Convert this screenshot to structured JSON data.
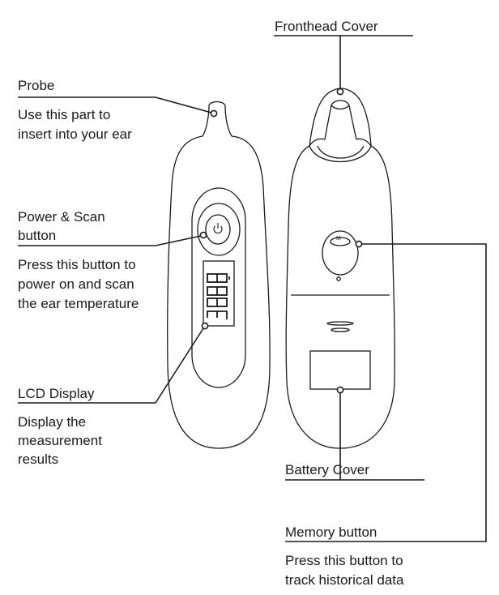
{
  "labels": {
    "probe": {
      "title": "Probe",
      "desc": [
        "Use this part to",
        "insert into your ear"
      ]
    },
    "power": {
      "title": [
        "Power & Scan",
        "button"
      ],
      "desc": [
        "Press this button to",
        "power on and scan",
        "the ear temperature"
      ]
    },
    "lcd": {
      "title": "LCD Display",
      "desc": [
        "Display the",
        "measurement",
        "results"
      ]
    },
    "fronthead": {
      "title": "Fronthead Cover"
    },
    "battery": {
      "title": "Battery Cover"
    },
    "memory": {
      "title": "Memory button",
      "desc": [
        "Press this button to",
        "track historical data"
      ]
    }
  },
  "device": {
    "memory_button_glyph": "M",
    "power_icon": "power-icon"
  },
  "colors": {
    "line": "#1a1a1a",
    "background": "#ffffff"
  }
}
